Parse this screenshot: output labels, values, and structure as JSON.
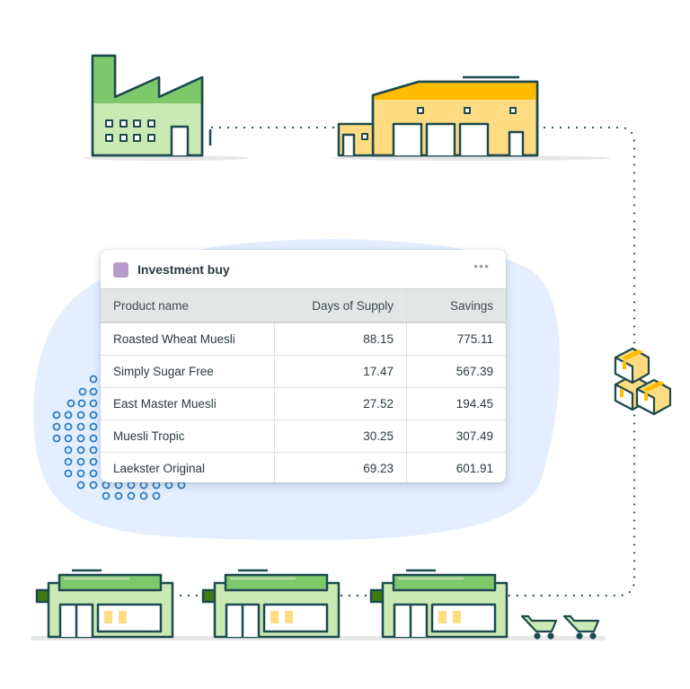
{
  "colors": {
    "outline": "#1d4a4f",
    "factory_top": "#7dc86a",
    "factory_body": "#cbe9b3",
    "warehouse_top": "#ffbc00",
    "warehouse_body": "#ffdc82",
    "blob": "#e3efff",
    "dots": "#2a7bc4",
    "swatch": "#b89ccd"
  },
  "icons": [
    "factory-icon",
    "warehouse-icon",
    "boxes-icon",
    "store-icon",
    "shopping-cart-icon",
    "dotted-path",
    "dot-pattern"
  ],
  "card": {
    "title": "Investment buy",
    "menu": "•••",
    "columns": [
      "Product name",
      "Days of Supply",
      "Savings"
    ],
    "rows": [
      {
        "product": "Roasted Wheat Muesli",
        "days": "88.15",
        "savings": "775.11"
      },
      {
        "product": "Simply Sugar Free",
        "days": "17.47",
        "savings": "567.39"
      },
      {
        "product": "East Master Muesli",
        "days": "27.52",
        "savings": "194.45"
      },
      {
        "product": "Muesli Tropic",
        "days": "30.25",
        "savings": "307.49"
      },
      {
        "product": "Laekster Original",
        "days": "69.23",
        "savings": "601.91"
      }
    ]
  }
}
